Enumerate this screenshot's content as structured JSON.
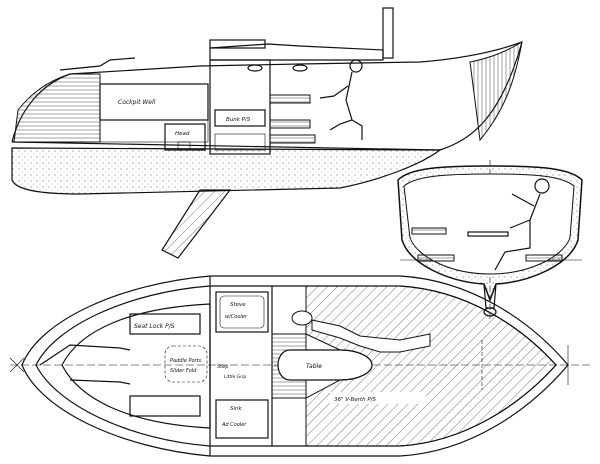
{
  "drawing": {
    "profile_labels": {
      "cockpit_well": "Cockpit Well",
      "bunk_pe": "Bunk P/S",
      "head": "Head"
    },
    "plan_labels": {
      "seat_lock": "Seat Lock P/S",
      "stove": "Stove",
      "ad_cooler": "w/Cooler",
      "paddle_ports": "Paddle Ports",
      "slider_fold": "Slider Fold",
      "step": "Step",
      "little_grip": "Little Grip",
      "table": "Table",
      "sink": "Sink",
      "ad_cooler_2": "Ad Cooler",
      "berth": "36\" V-Berth P/S"
    }
  }
}
